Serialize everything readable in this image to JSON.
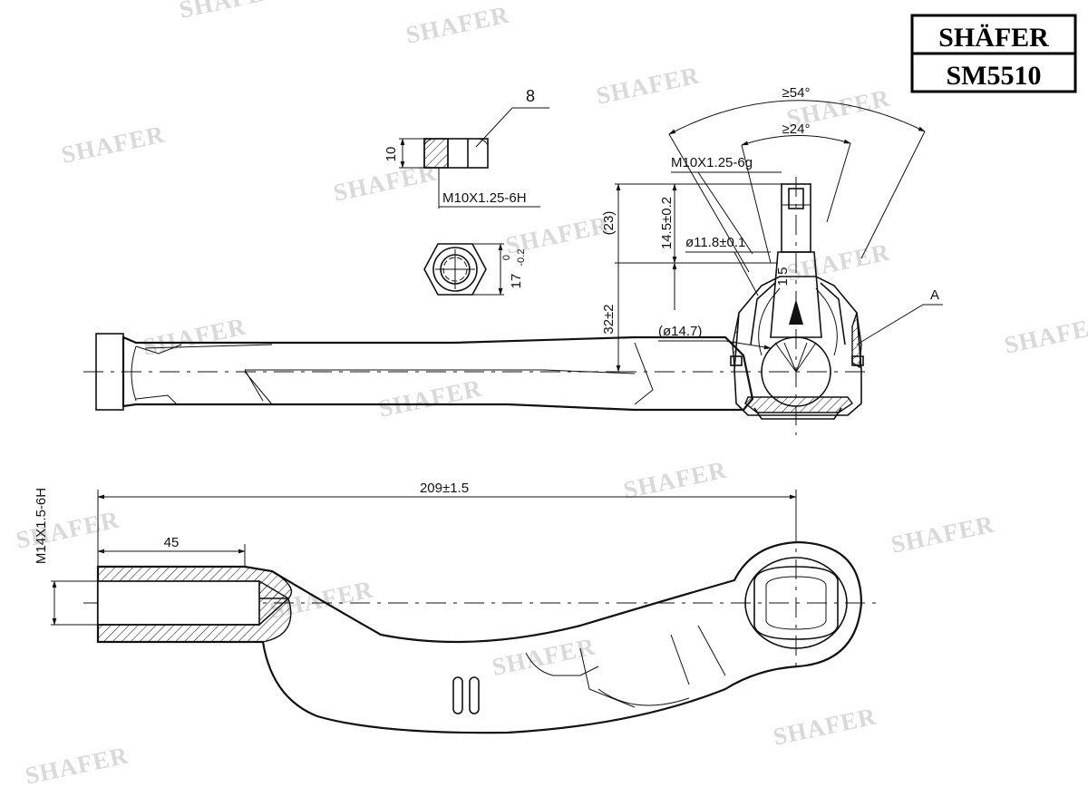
{
  "brand": {
    "logo_text": "SHÄFER",
    "part_number": "SM5510"
  },
  "watermark": "SHAFER",
  "nut": {
    "callout": "8",
    "height": "10",
    "thread": "M10X1.25-6H",
    "across_flats": "17",
    "across_flats_tol_upper": "0",
    "across_flats_tol_lower": "-0.2"
  },
  "side_view": {
    "angle_outer": "≥54°",
    "angle_inner": "≥24°",
    "stud_thread": "M10X1.25-6g",
    "stud_length": "14.5±0.2",
    "overall_ref": "(23)",
    "stud_diameter": "ø11.8±0.1",
    "taper": "1:5",
    "body_height": "32±2",
    "ball_ref": "(ø14.7)",
    "detail_label": "A"
  },
  "top_view": {
    "thread": "M14X1.5-6H",
    "overall_length": "209±1.5",
    "thread_length": "45"
  }
}
